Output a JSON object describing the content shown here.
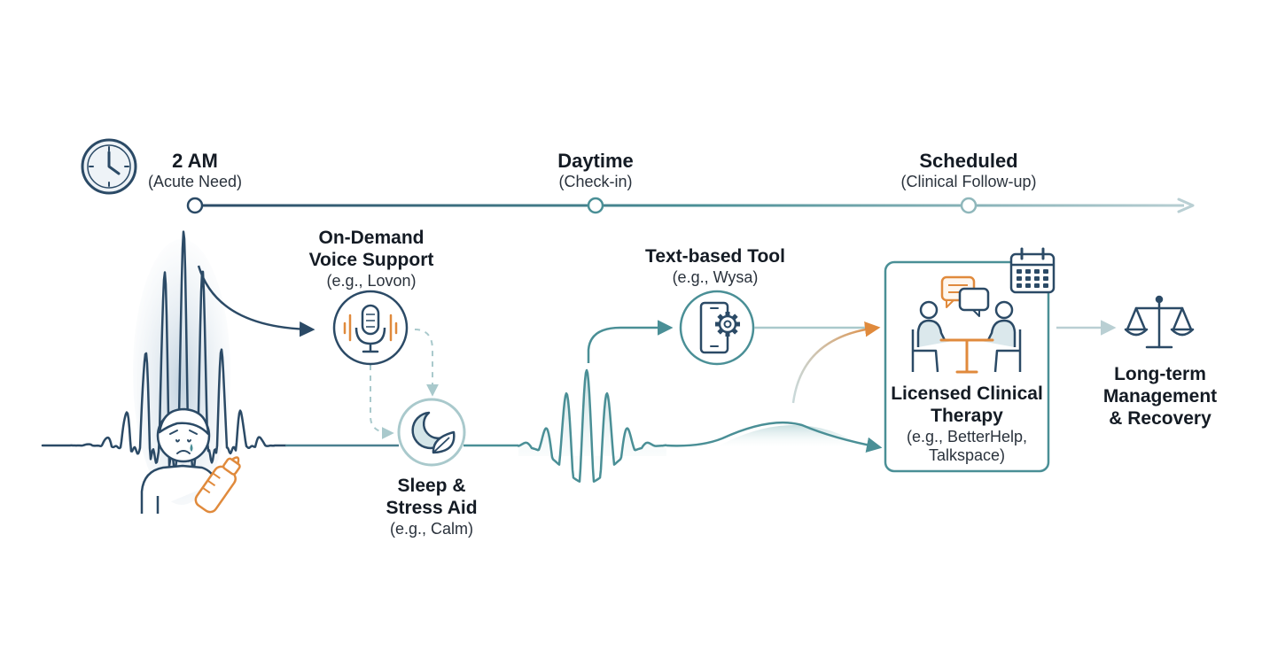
{
  "timeline": {
    "stages": [
      {
        "title": "2 AM",
        "subtitle": "(Acute Need)"
      },
      {
        "title": "Daytime",
        "subtitle": "(Check-in)"
      },
      {
        "title": "Scheduled",
        "subtitle": "(Clinical Follow-up)"
      }
    ]
  },
  "nodes": {
    "voice": {
      "title_line1": "On-Demand",
      "title_line2": "Voice Support",
      "example": "(e.g., Lovon)"
    },
    "sleep": {
      "title_line1": "Sleep &",
      "title_line2": "Stress Aid",
      "example": "(e.g., Calm)"
    },
    "text": {
      "title": "Text-based Tool",
      "example": "(e.g., Wysa)"
    },
    "therapy": {
      "title_line1": "Licensed Clinical",
      "title_line2": "Therapy",
      "example_line1": "(e.g., BetterHelp,",
      "example_line2": "Talkspace)"
    },
    "outcome": {
      "line1": "Long-term",
      "line2": "Management",
      "line3": "& Recovery"
    }
  },
  "icons": [
    "clock-icon",
    "parent-with-bottle-icon",
    "microphone-icon",
    "moon-leaf-icon",
    "phone-gear-icon",
    "calendar-icon",
    "therapy-session-icon",
    "scales-icon"
  ],
  "colors": {
    "dark_blue": "#2b4a66",
    "teal": "#4a8f96",
    "light_teal": "#a9c9cc",
    "orange": "#e08a3c",
    "text": "#141b24"
  }
}
